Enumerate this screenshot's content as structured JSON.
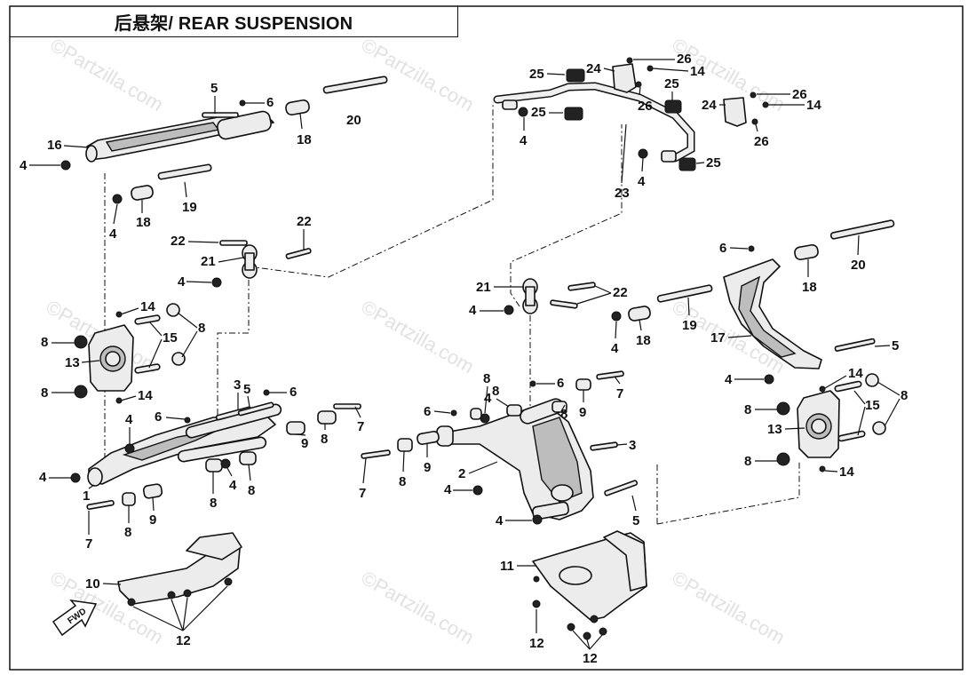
{
  "title": "后悬架/ REAR SUSPENSION",
  "watermark": "©Partzilla.com",
  "fwd_label": "FWD",
  "callouts": {
    "c1": "1",
    "c2": "2",
    "c3": "3",
    "c4": "4",
    "c5": "5",
    "c6": "6",
    "c7": "7",
    "c8": "8",
    "c9": "9",
    "c10": "10",
    "c11": "11",
    "c12": "12",
    "c13": "13",
    "c14": "14",
    "c15": "15",
    "c16": "16",
    "c17": "17",
    "c18": "18",
    "c19": "19",
    "c20": "20",
    "c21": "21",
    "c22": "22",
    "c23": "23",
    "c24": "24",
    "c25": "25",
    "c26": "26"
  }
}
